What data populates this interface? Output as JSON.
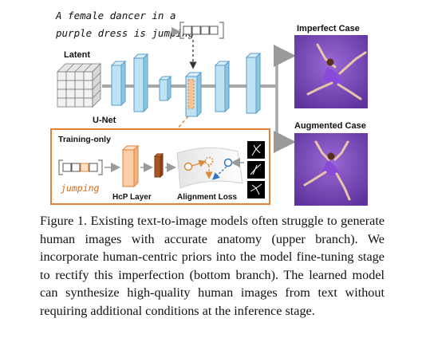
{
  "figure": {
    "prompt_line1": "A female dancer in a",
    "prompt_line2": "purple dress is jumping",
    "latent_label": "Latent",
    "unet_label": "U-Net",
    "training_label": "Training-only",
    "token_word": "jumping",
    "hcp_label": "HcP Layer",
    "alignment_label": "Alignment Loss",
    "imperfect_label": "Imperfect Case",
    "augmented_label": "Augmented Case",
    "colors": {
      "block_blue": "#bfe3f3",
      "block_edge": "#5a9ec8",
      "arrow_gray": "#9a9a9a",
      "training_border": "#e0813a",
      "hcp_fill": "#f8cfa8",
      "embed_fill": "#a9561f",
      "dashed_orange": "#d98a3a",
      "dashed_blue": "#2f75c4",
      "purple_bg": "#7a4bbf"
    }
  },
  "caption": {
    "text": "Figure 1. Existing text-to-image models often struggle to generate human images with accurate anatomy (upper branch). We incorporate human-centric priors into the model fine-tuning stage to rectify this imperfection (bottom branch). The learned model can synthesize high-quality human images from text without requiring additional conditions at the inference stage."
  }
}
